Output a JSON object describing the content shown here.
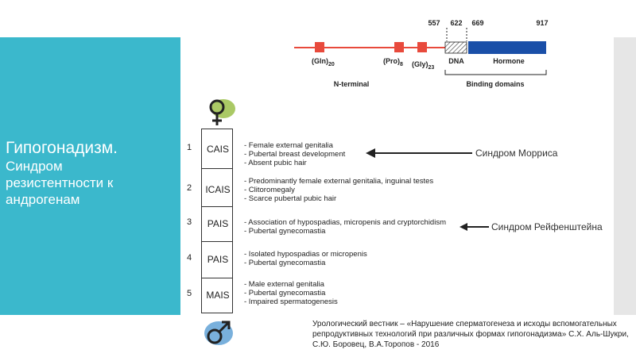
{
  "title": {
    "main": "Гипогонадизм.",
    "sub": "Синдром\nрезистентности к\nандрогенам"
  },
  "gene_diagram": {
    "positions": [
      "557",
      "622",
      "669",
      "917"
    ],
    "repeats": [
      {
        "label": "(Gln)",
        "sub": "20"
      },
      {
        "label": "(Pro)",
        "sub": "8"
      },
      {
        "label": "(Gly)",
        "sub": "23"
      }
    ],
    "dna_label": "DNA",
    "hormone_label": "Hormone",
    "n_terminal": "N-terminal",
    "binding_domains": "Binding domains",
    "colors": {
      "repeat": "#e84a3c",
      "hormone": "#1a4fa8",
      "line": "#e84a3c"
    }
  },
  "female_symbol": "♀",
  "male_symbol": "♂",
  "rows": [
    {
      "num": "1",
      "abbr": "CAIS",
      "lines": [
        "- Female external genitalia",
        "- Pubertal breast development",
        "- Absent pubic hair"
      ]
    },
    {
      "num": "2",
      "abbr": "ICAIS",
      "lines": [
        "- Predominantly female external genitalia, inguinal testes",
        "- Clitoromegaly",
        "- Scarce pubertal pubic hair"
      ]
    },
    {
      "num": "3",
      "abbr": "PAIS",
      "lines": [
        "- Association of hypospadias, micropenis and cryptorchidism",
        "- Pubertal gynecomastia"
      ]
    },
    {
      "num": "4",
      "abbr": "PAIS",
      "lines": [
        "- Isolated hypospadias or micropenis",
        "- Pubertal gynecomastia"
      ]
    },
    {
      "num": "5",
      "abbr": "MAIS",
      "lines": [
        "- Male external genitalia",
        "- Pubertal gynecomastia",
        "- Impaired spermatogenesis"
      ]
    }
  ],
  "annotations": {
    "morris": "Синдром Морриса",
    "reifenstein": "Синдром Рейфенштейна"
  },
  "citation": "Урологический вестник – «Нарушение сперматогенеза и исходы вспомогательных репродуктивных технологий при различных формах гипогонадизма» С.Х. Аль-Шукри, С.Ю. Боровец, В.А.Торопов - 2016"
}
